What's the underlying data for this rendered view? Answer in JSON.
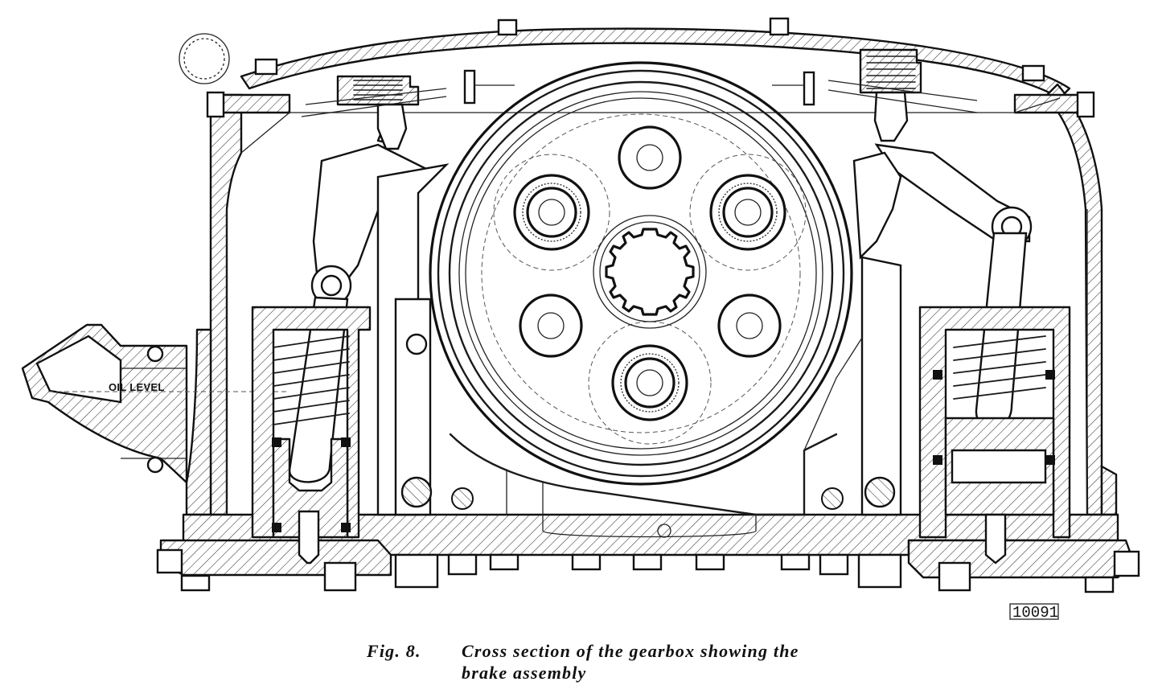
{
  "diagram": {
    "oil_level_label": "OIL LEVEL",
    "reference_number": "10091"
  },
  "caption": {
    "figure_number": "Fig. 8.",
    "text_line1": "Cross section of the gearbox showing the",
    "text_line2": "brake assembly"
  },
  "colors": {
    "ink": "#111111",
    "paper": "#ffffff"
  }
}
